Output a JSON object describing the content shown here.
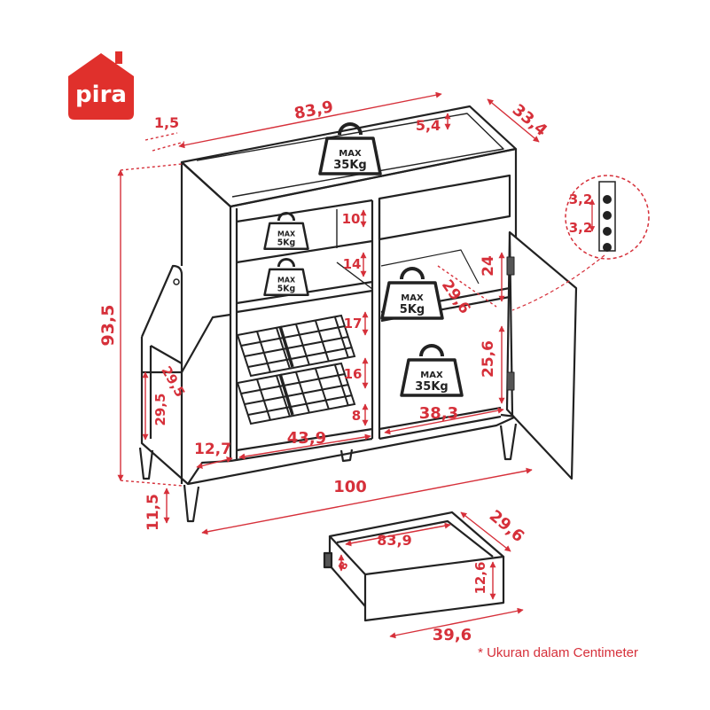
{
  "brand": {
    "name": "pira",
    "color": "#e0302c"
  },
  "colors": {
    "dimension": "#d6303a",
    "outline": "#222222"
  },
  "dimensions": {
    "top_width": "83,9",
    "top_edge": "1,5",
    "depth": "33,4",
    "top_rim": "5,4",
    "total_height": "93,5",
    "shelf_gap_top": "10",
    "shelf_gap_2": "14",
    "rack_gap_1": "17",
    "rack_gap_2": "16",
    "rack_gap_3": "8",
    "side_compartment_h": "29,5",
    "side_compartment_d": "29,5",
    "side_width": "12,7",
    "rack_width": "43,9",
    "cabinet_inner_width": "38,3",
    "shelf_depth": "29,6",
    "upper_cabinet_h": "24",
    "lower_cabinet_h": "25,6",
    "hole_spacing_1": "3,2",
    "hole_spacing_2": "3,2",
    "total_width": "100",
    "leg_height": "11,5",
    "drawer_inner_width": "83,9",
    "drawer_depth": "29,6",
    "drawer_height": "12,6",
    "drawer_handle": "8",
    "drawer_front_width": "39,6"
  },
  "load_labels": {
    "top": {
      "max": "MAX",
      "load": "35Kg"
    },
    "shelf_1": {
      "max": "MAX",
      "load": "5Kg"
    },
    "shelf_2": {
      "max": "MAX",
      "load": "5Kg"
    },
    "cabinet_shelf": {
      "max": "MAX",
      "load": "5Kg"
    },
    "cabinet_bottom": {
      "max": "MAX",
      "load": "35Kg"
    }
  },
  "footnote": "* Ukuran dalam Centimeter"
}
